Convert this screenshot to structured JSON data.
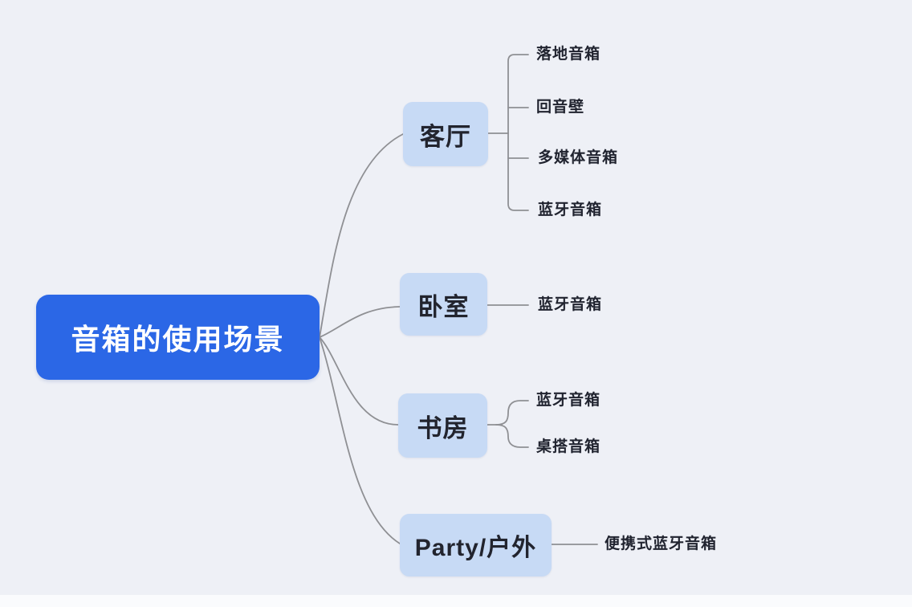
{
  "mindmap": {
    "root": {
      "label": "音箱的使用场景"
    },
    "branches": [
      {
        "label": "客厅",
        "children": [
          "落地音箱",
          "回音壁",
          "多媒体音箱",
          "蓝牙音箱"
        ]
      },
      {
        "label": "卧室",
        "children": [
          "蓝牙音箱"
        ]
      },
      {
        "label": "书房",
        "children": [
          "蓝牙音箱",
          "桌搭音箱"
        ]
      },
      {
        "label": "Party/户外",
        "children": [
          "便携式蓝牙音箱"
        ]
      }
    ]
  },
  "colors": {
    "background": "#eef0f6",
    "root_fill": "#2b67e6",
    "root_text": "#ffffff",
    "branch_fill": "#c7daf5",
    "text_dark": "#20232f",
    "connector_line": "#8f9094",
    "bottom_strip": "#fafbfd"
  }
}
